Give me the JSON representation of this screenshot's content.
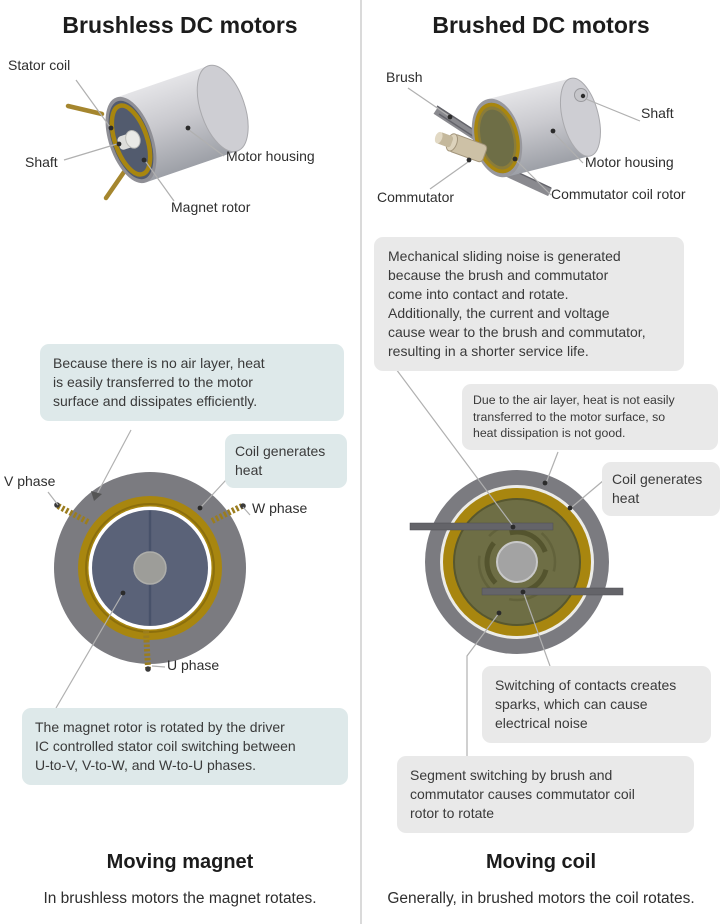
{
  "left": {
    "title": "Brushless DC motors",
    "motor_labels": {
      "stator_coil": "Stator coil",
      "shaft": "Shaft",
      "motor_housing": "Motor housing",
      "magnet_rotor": "Magnet rotor"
    },
    "phase_labels": {
      "v": "V phase",
      "w": "W phase",
      "u": "U phase"
    },
    "callouts": {
      "air_layer": "Because there is no air layer, heat\nis easily transferred to the motor\nsurface and dissipates efficiently.",
      "coil_heat": "Coil generates\nheat",
      "rotation": "The magnet rotor is rotated by the driver\nIC controlled stator coil switching between\nU-to-V, V-to-W, and W-to-U phases."
    },
    "caption": "Moving magnet",
    "subtitle": "In brushless motors the magnet rotates."
  },
  "right": {
    "title": "Brushed DC motors",
    "motor_labels": {
      "brush": "Brush",
      "shaft": "Shaft",
      "motor_housing": "Motor housing",
      "commutator": "Commutator",
      "commutator_coil_rotor": "Commutator coil rotor"
    },
    "callouts": {
      "noise": "Mechanical sliding noise is generated\nbecause the brush and commutator\ncome into contact and rotate.\nAdditionally, the current and voltage\ncause wear to the brush and commutator,\nresulting in a shorter service life.",
      "heat": "Due to the air layer, heat is not easily\ntransferred to the motor surface, so\nheat dissipation is not good.",
      "coil_heat": "Coil generates\nheat",
      "sparks": "Switching of contacts creates\nsparks, which can cause\nelectrical noise",
      "segment": "Segment switching by brush and\ncommutator causes commutator coil\nrotor to rotate"
    },
    "caption": "Moving coil",
    "subtitle": "Generally, in brushed motors the coil rotates."
  },
  "colors": {
    "callout_left_bg": "#dee9ea",
    "callout_right_bg": "#e9e9e9",
    "coil_gold": "#a8860f",
    "rotor_slate": "#5a6278",
    "coil_rotor_olive": "#6e6e45",
    "housing_gray": "#c9c9ce",
    "ring_gray": "#7b7b80",
    "divider_gray": "#dadada"
  }
}
